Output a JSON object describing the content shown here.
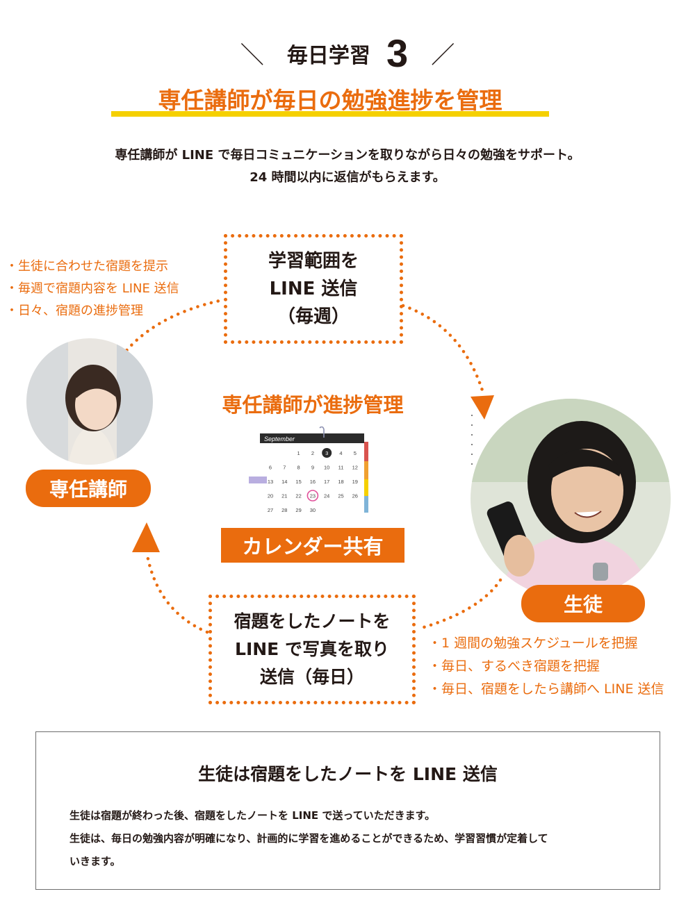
{
  "header": {
    "eyebrow_word": "毎日学習",
    "eyebrow_number": "3",
    "headline": "専任講師が毎日の勉強進捗を管理",
    "intro_line1": "専任講師が LINE で毎日コミュニケーションを取りながら日々の勉強をサポート。",
    "intro_line2": "24 時間以内に返信がもらえます。"
  },
  "teacher_points": [
    "・生徒に合わせた宿題を提示",
    "・毎週で宿題内容を LINE 送信",
    "・日々、宿題の進捗管理"
  ],
  "top_box": {
    "line1": "学習範囲を",
    "line2": "LINE 送信",
    "line3": "（毎週）"
  },
  "center": {
    "title": "専任講師が進捗管理",
    "calendar_band": "カレンダー共有"
  },
  "calendar": {
    "month": "September",
    "rows": [
      [
        "",
        "",
        "1",
        "2",
        "3",
        "4",
        "5"
      ],
      [
        "6",
        "7",
        "8",
        "9",
        "10",
        "11",
        "12"
      ],
      [
        "13",
        "14",
        "15",
        "16",
        "17",
        "18",
        "19"
      ],
      [
        "20",
        "21",
        "22",
        "23",
        "24",
        "25",
        "26"
      ],
      [
        "27",
        "28",
        "29",
        "30",
        "",
        "",
        ""
      ]
    ],
    "today": "3",
    "circled": "23"
  },
  "teacher_label": "専任講師",
  "student_label": "生徒",
  "bottom_box_flow": {
    "line1": "宿題をしたノートを",
    "line2": "LINE で写真を取り",
    "line3": "送信（毎日）"
  },
  "student_points": [
    "・1 週間の勉強スケジュールを把握",
    "・毎日、するべき宿題を把握",
    "・毎日、宿題をしたら講師へ LINE 送信"
  ],
  "summary": {
    "title": "生徒は宿題をしたノートを LINE 送信",
    "line1": "生徒は宿題が終わった後、宿題をしたノートを LINE で送っていただきます。",
    "line2": "生徒は、毎日の勉強内容が明確になり、計画的に学習を進めることができるため、学習習慣が定着して",
    "line3": "いきます。"
  },
  "colors": {
    "accent": "#ea6c0e",
    "underline": "#f5d000",
    "text": "#231815"
  }
}
